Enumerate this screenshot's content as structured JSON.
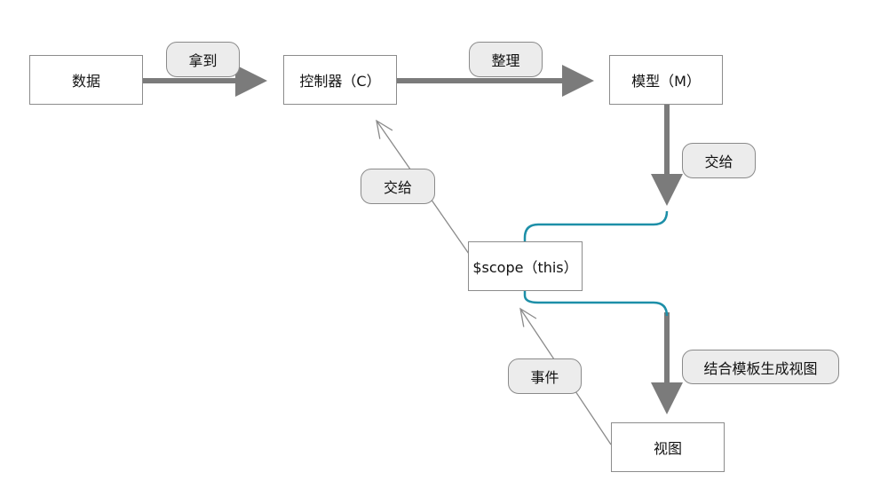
{
  "nodes": {
    "data": "数据",
    "controller": "控制器（C）",
    "model": "模型（M）",
    "scope": "$scope（this）",
    "view": "视图"
  },
  "edge_labels": {
    "get": "拿到",
    "organize": "整理",
    "handover_model": "交给",
    "handover_controller": "交给",
    "render_view": "结合模板生成视图",
    "event": "事件"
  },
  "colors": {
    "thick_arrow": "#7b7b7b",
    "thin_arrow": "#8a8a8a",
    "scope_bracket": "#1d8fa8",
    "pill_fill": "#ececec",
    "box_border": "#8c8c8c"
  }
}
